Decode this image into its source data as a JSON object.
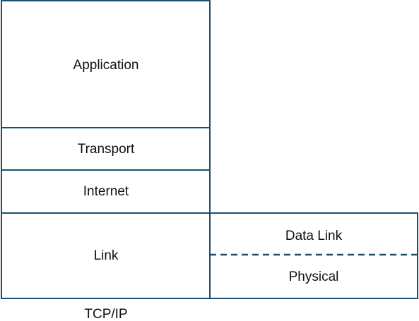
{
  "diagram": {
    "stack": {
      "application": "Application",
      "transport": "Transport",
      "internet": "Internet",
      "link": "Link"
    },
    "sublayers": {
      "data_link": "Data Link",
      "physical": "Physical"
    },
    "caption": "TCP/IP"
  },
  "colors": {
    "border": "#1b4f6e",
    "text": "#111111",
    "background": "#ffffff"
  }
}
